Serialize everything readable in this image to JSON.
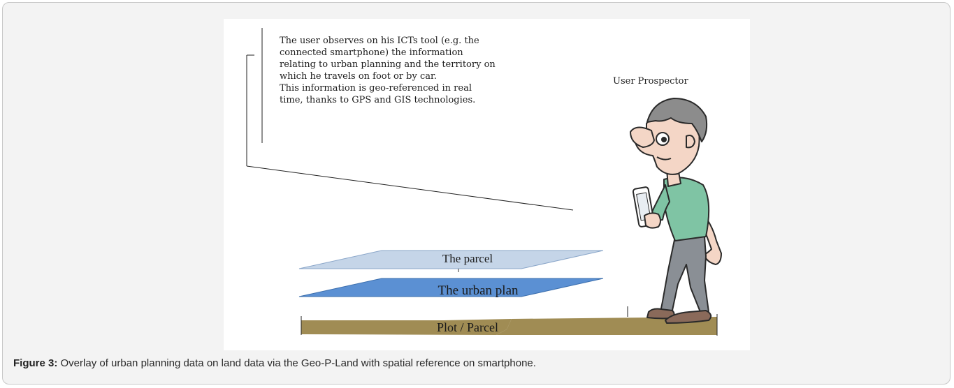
{
  "figure": {
    "description_lines": [
      "The user observes on his ICTs tool (e.g. the",
      "connected smartphone) the information",
      "relating to urban planning and the territory on",
      "which he travels on foot or by car.",
      "This information is geo-referenced in real",
      "time, thanks to GPS and GIS technologies."
    ],
    "user_label": "User Prospector",
    "layers": {
      "top": "The parcel",
      "middle": "The urban plan",
      "bottom": "Plot / Parcel"
    },
    "colors": {
      "parcel_fill": "#c5d5e8",
      "plan_fill": "#5b90d3",
      "plot_fill": "#a08c54",
      "shirt": "#7fc4a4",
      "pants": "#8a8f95",
      "hair": "#8c8c8c",
      "skin": "#f4d6c6"
    }
  },
  "caption": {
    "label": "Figure 3:",
    "text": " Overlay of urban planning data on land data via the Geo-P-Land with spatial reference on smartphone."
  }
}
